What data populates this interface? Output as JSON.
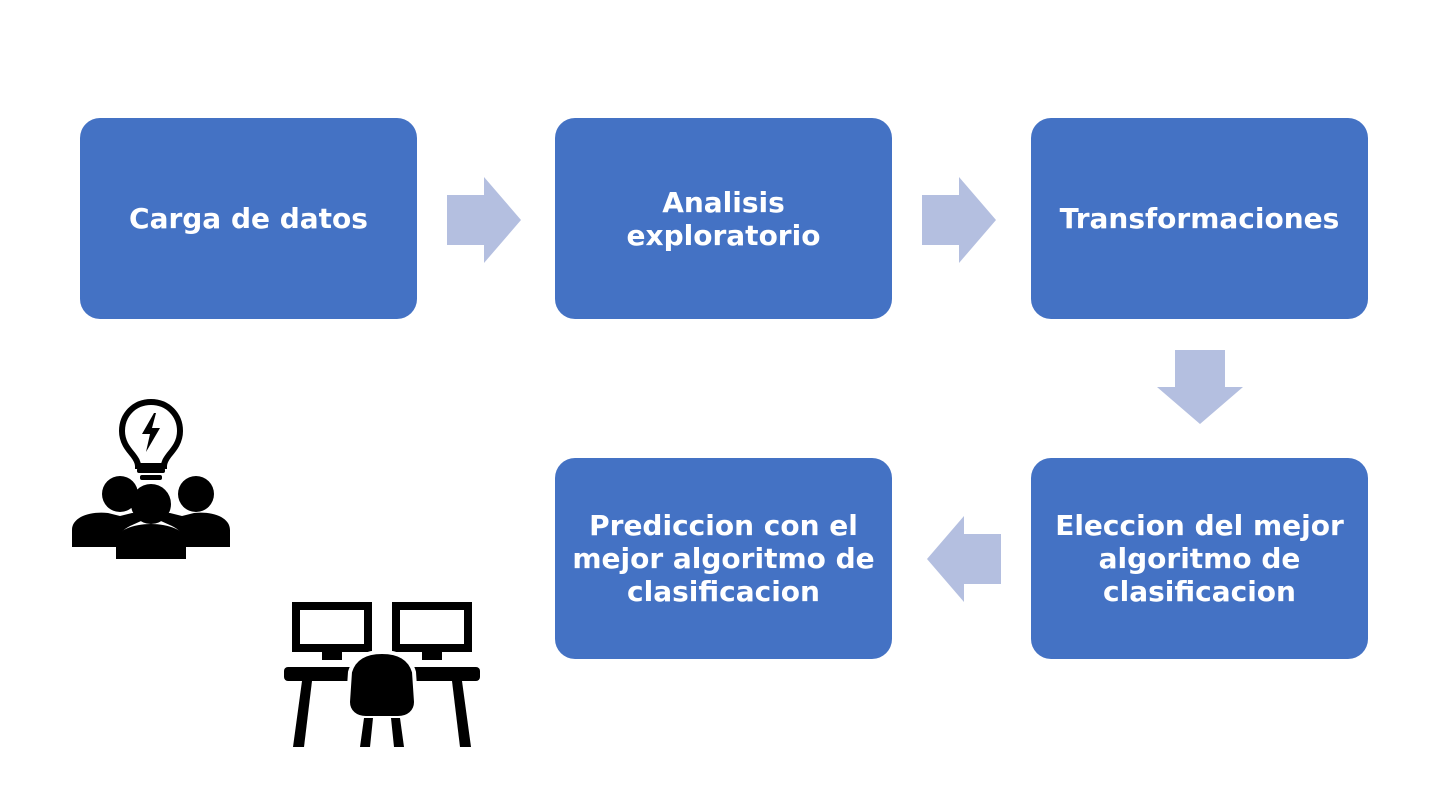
{
  "steps": [
    {
      "label": "Carga de datos"
    },
    {
      "label": "Analisis exploratorio"
    },
    {
      "label": "Transformaciones"
    },
    {
      "label": "Eleccion del mejor algoritmo de clasificacion"
    },
    {
      "label": "Prediccion con el mejor algoritmo de clasificacion"
    }
  ],
  "colors": {
    "box": "#4472c4",
    "arrow": "#b4bfe0",
    "icon": "#000000",
    "text": "#ffffff"
  },
  "icons": [
    "team-idea-icon",
    "workstation-icon"
  ]
}
